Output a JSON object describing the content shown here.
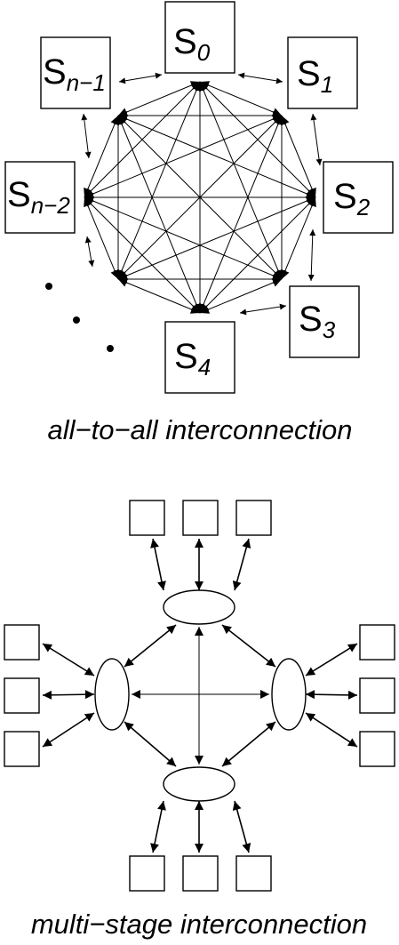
{
  "all_to_all": {
    "nodes": [
      {
        "id": "s0",
        "base": "S",
        "sub": "0"
      },
      {
        "id": "s1",
        "base": "S",
        "sub": "1"
      },
      {
        "id": "s2",
        "base": "S",
        "sub": "2"
      },
      {
        "id": "s3",
        "base": "S",
        "sub": "3"
      },
      {
        "id": "s4",
        "base": "S",
        "sub": "4"
      },
      {
        "id": "sn2",
        "base": "S",
        "sub": "n−2"
      },
      {
        "id": "sn1",
        "base": "S",
        "sub": "n−1"
      }
    ],
    "caption": "all−to−all interconnection"
  },
  "multi_stage": {
    "caption": "multi−stage interconnection"
  }
}
